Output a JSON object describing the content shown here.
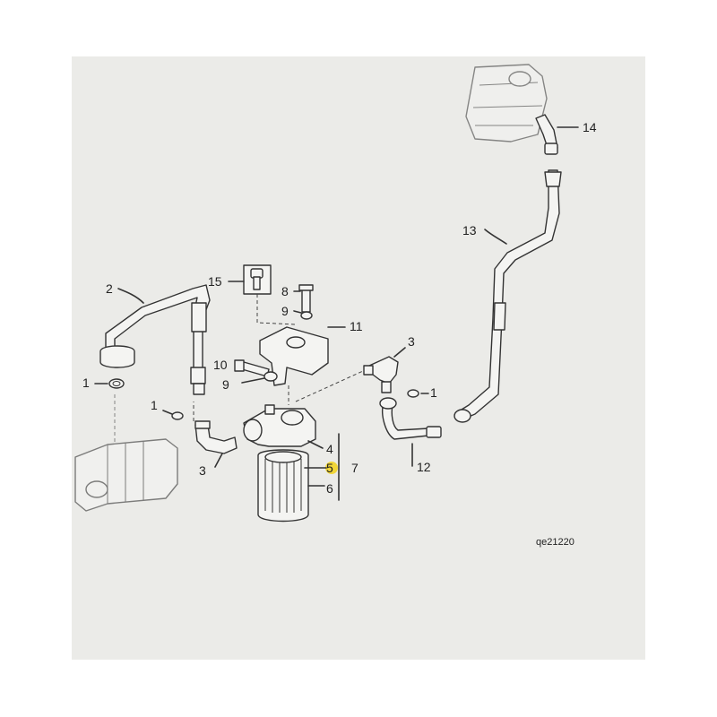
{
  "diagram": {
    "reference": "qe21220",
    "callouts": {
      "c1a": "1",
      "c1b": "1",
      "c1c": "1",
      "c2": "2",
      "c3a": "3",
      "c3b": "3",
      "c4": "4",
      "c5": "5",
      "c6": "6",
      "c7": "7",
      "c8": "8",
      "c9a": "9",
      "c9b": "9",
      "c10": "10",
      "c11": "11",
      "c12": "12",
      "c13": "13",
      "c14": "14",
      "c15": "15"
    },
    "colors": {
      "paper": "#ebebe8",
      "highlight": "#f2d21a",
      "ink": "#333333"
    }
  }
}
